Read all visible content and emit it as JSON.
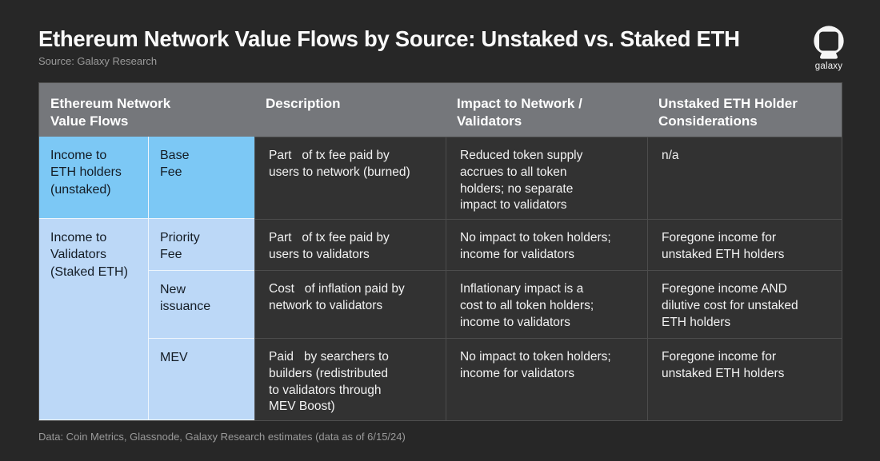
{
  "page": {
    "title": "Ethereum Network Value Flows by Source: Unstaked vs. Staked ETH",
    "source": "Source: Galaxy Research",
    "footer": "Data: Coin Metrics, Glassnode, Galaxy Research estimates (data as of 6/15/24)",
    "logo_text": "galaxy"
  },
  "colors": {
    "background": "#272727",
    "header_gray": "#75777b",
    "dark_cell": "#323232",
    "bright_blue": "#7cc8f5",
    "light_blue": "#bcd8f7",
    "dark_text": "#141c25",
    "light_text": "#f2f2f2",
    "muted_text": "#9a9a9a"
  },
  "table": {
    "headers": {
      "value_flows": "Ethereum Network\nValue Flows",
      "description": "Description",
      "impact": "Impact to Network /\nValidators",
      "considerations": "Unstaked ETH Holder\nConsiderations"
    },
    "unstaked": {
      "group": "Income to\nETH holders\n(unstaked)",
      "items": [
        {
          "label": "Base\nFee",
          "description": "Part   of tx fee paid by\nusers to network (burned)",
          "impact": "Reduced token supply\naccrues to all token\nholders; no separate\nimpact to validators",
          "considerations": "n/a"
        }
      ]
    },
    "staked": {
      "group": "Income to\nValidators\n(Staked ETH)",
      "items": [
        {
          "label": "Priority\nFee",
          "description": "Part   of tx fee paid by\nusers to validators",
          "impact": "No impact to token holders;\nincome for validators",
          "considerations": "Foregone income for\nunstaked ETH holders"
        },
        {
          "label": "New\nissuance",
          "description": "Cost   of inflation paid by\nnetwork to validators",
          "impact": "Inflationary impact is a\ncost to all token holders;\nincome to validators",
          "considerations": "Foregone income AND\ndilutive cost for unstaked\nETH holders"
        },
        {
          "label": "MEV",
          "description": "Paid   by searchers to\nbuilders (redistributed\nto validators through\nMEV Boost)",
          "impact": "No impact to token holders;\nincome for validators",
          "considerations": "Foregone income for\nunstaked ETH holders"
        }
      ]
    }
  }
}
